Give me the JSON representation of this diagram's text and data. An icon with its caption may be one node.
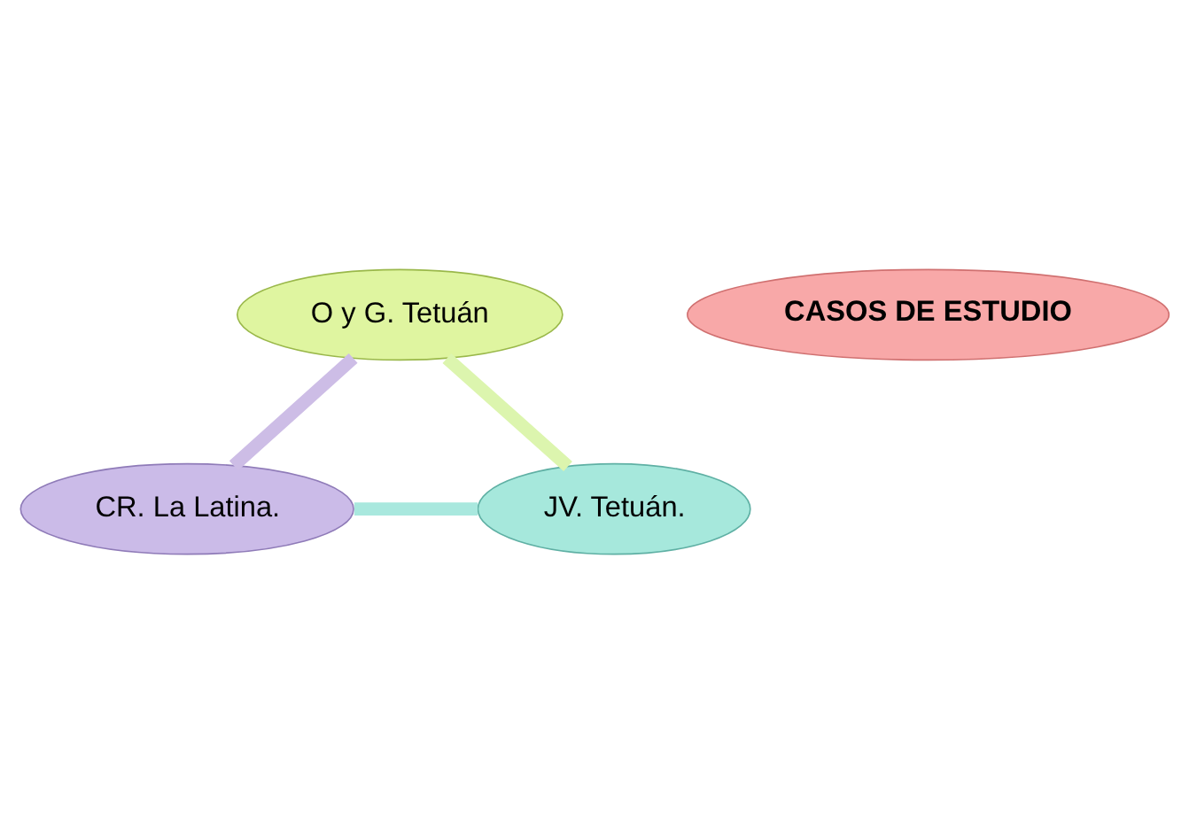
{
  "diagram": {
    "nodes": [
      {
        "text": [
          "O y G. Tetuán"
        ]
      },
      {
        "text": [
          "CASOS DE ESTUDIO"
        ]
      },
      {
        "text": [
          "CR. La Latina."
        ]
      },
      {
        "text": [
          "JV. Tetuán."
        ]
      }
    ],
    "edges": [
      {
        "from": 0,
        "to": 2,
        "arrow": "none",
        "color": "#cdbde6"
      },
      {
        "from": 2,
        "to": 3,
        "arrow": "none",
        "color": "#a9e8de"
      },
      {
        "from": 3,
        "to": 0,
        "arrow": "none",
        "color": "#dcf5ae"
      }
    ]
  }
}
